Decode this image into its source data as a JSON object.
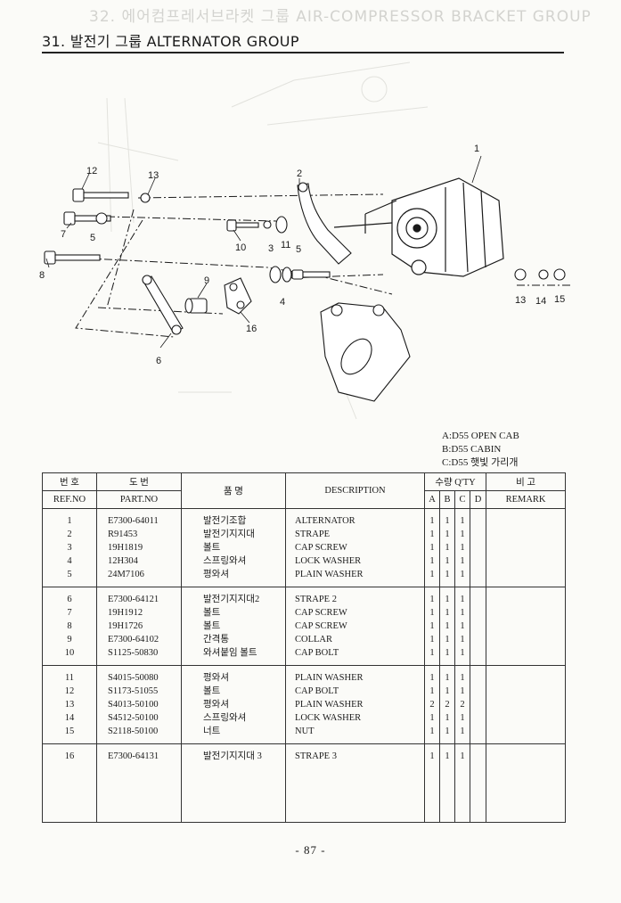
{
  "page": {
    "ghost_header": "32. 에어컴프레서브라켓 그룹   AIR-COMPRESSOR BRACKET GROUP",
    "title": "31. 발전기 그룹  ALTERNATOR GROUP",
    "page_number": "- 87 -"
  },
  "legend": [
    "A:D55 OPEN CAB",
    "B:D55 CABIN",
    "C:D55 햇빛 가리개"
  ],
  "diagram": {
    "callouts": [
      "1",
      "2",
      "3",
      "4",
      "5",
      "5",
      "6",
      "7",
      "8",
      "9",
      "10",
      "11",
      "12",
      "13",
      "13",
      "14",
      "15",
      "16"
    ]
  },
  "table": {
    "headers": {
      "ref_ko": "번 호",
      "ref_en": "REF.NO",
      "part_ko": "도 번",
      "part_en": "PART.NO",
      "name_ko": "품 명",
      "desc": "DESCRIPTION",
      "qty": "수량 Q'TY",
      "a": "A",
      "b": "B",
      "c": "C",
      "d": "D",
      "remark_ko": "비 고",
      "remark_en": "REMARK"
    },
    "groups": [
      {
        "refs": [
          "1",
          "2",
          "3",
          "4",
          "5"
        ],
        "parts": [
          "E7300-64011",
          "R91453",
          "19H1819",
          "12H304",
          "24M7106"
        ],
        "names": [
          "발전기조합",
          "발전기지지대",
          "볼트",
          "스프링와셔",
          "평와셔"
        ],
        "descs": [
          "ALTERNATOR",
          "STRAPE",
          "CAP SCREW",
          "LOCK WASHER",
          "PLAIN WASHER"
        ],
        "qty_a": [
          "1",
          "1",
          "1",
          "1",
          "1"
        ],
        "qty_b": [
          "1",
          "1",
          "1",
          "1",
          "1"
        ],
        "qty_c": [
          "1",
          "1",
          "1",
          "1",
          "1"
        ]
      },
      {
        "refs": [
          "6",
          "7",
          "8",
          "9",
          "10"
        ],
        "parts": [
          "E7300-64121",
          "19H1912",
          "19H1726",
          "E7300-64102",
          "S1125-50830"
        ],
        "names": [
          "발전기지지대2",
          "볼트",
          "볼트",
          "간격통",
          "와셔붙임 볼트"
        ],
        "descs": [
          "STRAPE 2",
          "CAP SCREW",
          "CAP SCREW",
          "COLLAR",
          "CAP BOLT"
        ],
        "qty_a": [
          "1",
          "1",
          "1",
          "1",
          "1"
        ],
        "qty_b": [
          "1",
          "1",
          "1",
          "1",
          "1"
        ],
        "qty_c": [
          "1",
          "1",
          "1",
          "1",
          "1"
        ]
      },
      {
        "refs": [
          "11",
          "12",
          "13",
          "14",
          "15"
        ],
        "parts": [
          "S4015-50080",
          "S1173-51055",
          "S4013-50100",
          "S4512-50100",
          "S2118-50100"
        ],
        "names": [
          "평와셔",
          "볼트",
          "평와셔",
          "스프링와셔",
          "너트"
        ],
        "descs": [
          "PLAIN WASHER",
          "CAP BOLT",
          "PLAIN WASHER",
          "LOCK WASHER",
          "NUT"
        ],
        "qty_a": [
          "1",
          "1",
          "2",
          "1",
          "1"
        ],
        "qty_b": [
          "1",
          "1",
          "2",
          "1",
          "1"
        ],
        "qty_c": [
          "1",
          "1",
          "2",
          "1",
          "1"
        ]
      },
      {
        "refs": [
          "16"
        ],
        "parts": [
          "E7300-64131"
        ],
        "names": [
          "발전기지지대 3"
        ],
        "descs": [
          "STRAPE 3"
        ],
        "qty_a": [
          "1"
        ],
        "qty_b": [
          "1"
        ],
        "qty_c": [
          "1"
        ]
      }
    ]
  }
}
